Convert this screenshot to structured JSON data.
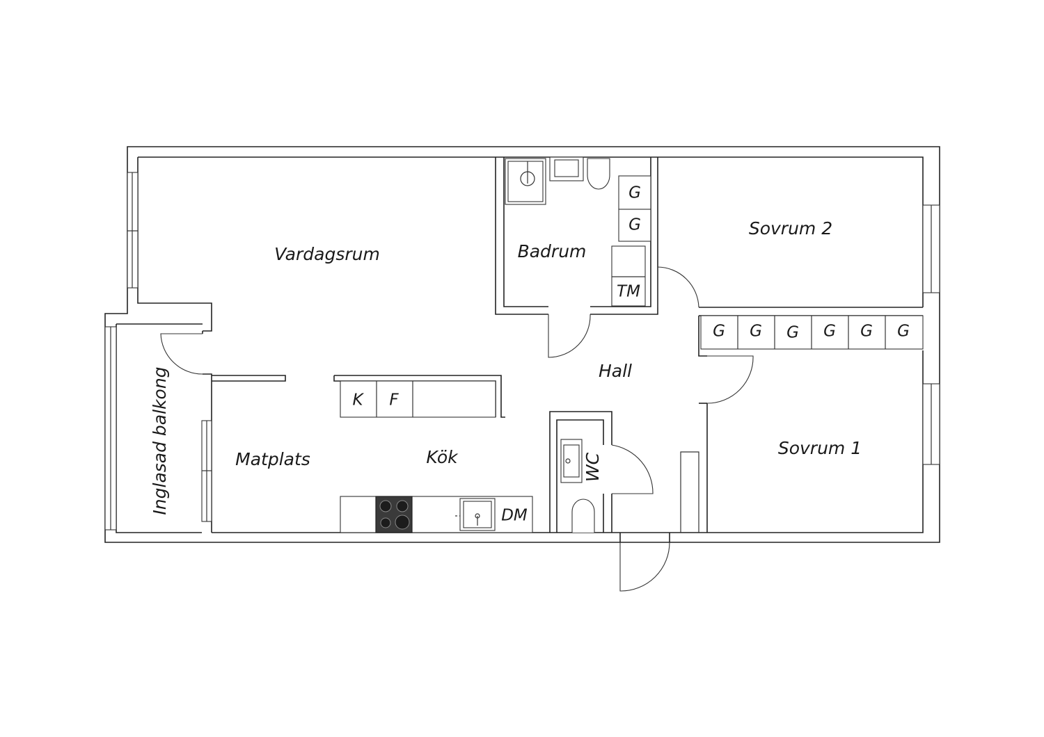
{
  "rooms": {
    "vardagsrum": "Vardagsrum",
    "badrum": "Badrum",
    "sovrum2": "Sovrum 2",
    "sovrum1": "Sovrum 1",
    "hall": "Hall",
    "inglasad_balkong": "Inglasad balkong",
    "matplats": "Matplats",
    "kok": "Kök",
    "wc": "WC"
  },
  "fixtures": {
    "garderob": "G",
    "tvattmaskin": "TM",
    "kyl": "K",
    "frys": "F",
    "diskmaskin": "DM"
  },
  "colors": {
    "line": "#222222",
    "background": "#ffffff",
    "stove": "#3a3a3a"
  }
}
